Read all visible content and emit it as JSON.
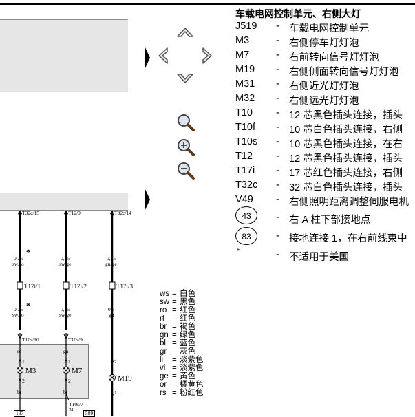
{
  "legend": {
    "title": "车载电网控制单元、右侧大灯",
    "items": [
      {
        "code": "J519",
        "dash": "-",
        "desc": "车载电网控制单元"
      },
      {
        "code": "M3",
        "dash": "-",
        "desc": "右侧停车灯灯泡"
      },
      {
        "code": "M7",
        "dash": "-",
        "desc": "右前转向信号灯灯泡"
      },
      {
        "code": "M19",
        "dash": "-",
        "desc": "右侧侧面转向信号灯灯泡"
      },
      {
        "code": "M31",
        "dash": "-",
        "desc": "右侧近光灯灯泡"
      },
      {
        "code": "M32",
        "dash": "-",
        "desc": "右侧远光灯灯泡"
      },
      {
        "code": "T10",
        "dash": "-",
        "desc": "12 芯黑色插头连接，插头"
      },
      {
        "code": "T10f",
        "dash": "-",
        "desc": "10 芯白色插头连接，右侧"
      },
      {
        "code": "T10s",
        "dash": "-",
        "desc": "10 芯黑色插头连接，在右"
      },
      {
        "code": "T12",
        "dash": "-",
        "desc": "12 芯黑色插头连接，插头"
      },
      {
        "code": "T17i",
        "dash": "-",
        "desc": "17 芯红色插头连接，右侧"
      },
      {
        "code": "T32c",
        "dash": "-",
        "desc": "32 芯白色插头连接，插头"
      },
      {
        "code": "V49",
        "dash": "-",
        "desc": "右侧照明距离调整伺服电机"
      }
    ],
    "circled": [
      {
        "code": "43",
        "dash": "-",
        "desc": "右 A 柱下部接地点"
      },
      {
        "code": "83",
        "dash": "-",
        "desc": "接地连接 1，在右前线束中"
      }
    ],
    "note": {
      "code": "*",
      "dash": "-",
      "desc": "不适用于美国"
    }
  },
  "color_codes": [
    {
      "abbr": "ws",
      "eq": "=",
      "name": "白色"
    },
    {
      "abbr": "sw",
      "eq": "=",
      "name": "黑色"
    },
    {
      "abbr": "ro",
      "eq": "=",
      "name": "红色"
    },
    {
      "abbr": "rt",
      "eq": "=",
      "name": "红色"
    },
    {
      "abbr": "br",
      "eq": "=",
      "name": "褐色"
    },
    {
      "abbr": "gn",
      "eq": "=",
      "name": "绿色"
    },
    {
      "abbr": "bl",
      "eq": "=",
      "name": "蓝色"
    },
    {
      "abbr": "gr",
      "eq": "=",
      "name": "灰色"
    },
    {
      "abbr": "li",
      "eq": "=",
      "name": "淡紫色"
    },
    {
      "abbr": "vi",
      "eq": "=",
      "name": "淡紫色"
    },
    {
      "abbr": "ge",
      "eq": "=",
      "name": "黄色"
    },
    {
      "abbr": "or",
      "eq": "=",
      "name": "橘黄色"
    },
    {
      "abbr": "rs",
      "eq": "=",
      "name": "粉红色"
    }
  ],
  "schematic": {
    "wire1": {
      "pin": "T32c/15",
      "size": "0,35",
      "color": "sw/ro",
      "size2": "0,35",
      "color2": "sw/ro",
      "conn": "T17i/1",
      "pin_bottom": "T10s/10",
      "wire_color": "ro",
      "lamp": "M3",
      "lower_color": "br",
      "pin1": "1",
      "pin2": "2",
      "star1": "*",
      "star2": "*"
    },
    "wire2": {
      "pin": "T12/9",
      "size": "0,35",
      "color": "sw/ge",
      "size2": "0,35",
      "color2": "sw/ge",
      "conn": "T17i/2",
      "pin_bottom": "T10s/9",
      "wire_color": "gn",
      "lamp": "M7",
      "lower_color": "br",
      "pin1": "1",
      "pin2": "2",
      "pin_t7": "T10s/7",
      "pin_31": "31"
    },
    "wire3": {
      "pin": "T32c/14",
      "size": "0,35",
      "color": "gn/ge",
      "size2": "0,5",
      "color2": "gn",
      "conn": "T17i/3",
      "lamp": "M19",
      "pin1": "2",
      "pin2": "1"
    },
    "refs": [
      "137",
      "589"
    ]
  },
  "controls": {
    "nav_up": "chevron-up-icon",
    "nav_left": "chevron-left-icon",
    "nav_right": "chevron-right-icon",
    "nav_down": "chevron-down-icon",
    "zoom_fit": "zoom-fit-icon",
    "zoom_in": "zoom-in-icon",
    "zoom_out": "zoom-out-icon"
  }
}
